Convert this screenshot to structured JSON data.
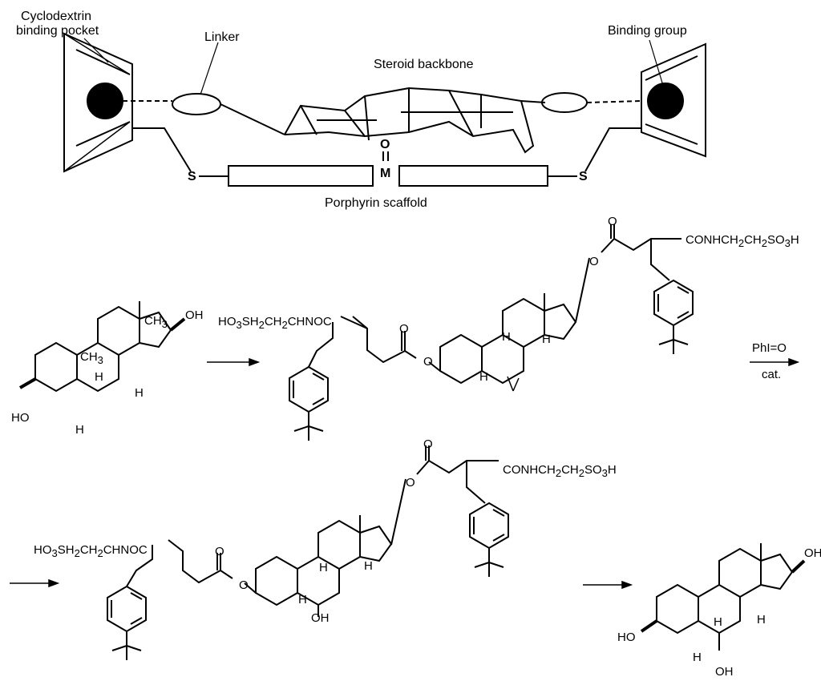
{
  "schematic": {
    "cyclodextrin_line1": "Cyclodextrin",
    "cyclodextrin_line2": "binding pocket",
    "linker": "Linker",
    "binding_group": "Binding group",
    "steroid_backbone": "Steroid backbone",
    "porphyrin_scaffold": "Porphyrin scaffold",
    "metal": "M",
    "oxo": "O",
    "sulfur": "S"
  },
  "scheme": {
    "oh": "OH",
    "ho": "HO",
    "ch3": "CH",
    "ch3_sub": "3",
    "h": "H",
    "o": "O",
    "chain_left_parts": [
      "HO",
      "3",
      "SH",
      "2",
      "CH",
      "2",
      "CHNOC"
    ],
    "chain_right_parts": [
      "CONHCH",
      "2",
      "CH",
      "2",
      "SO",
      "3",
      "H"
    ],
    "reagent": "PhI=O",
    "catalyst": "cat."
  }
}
